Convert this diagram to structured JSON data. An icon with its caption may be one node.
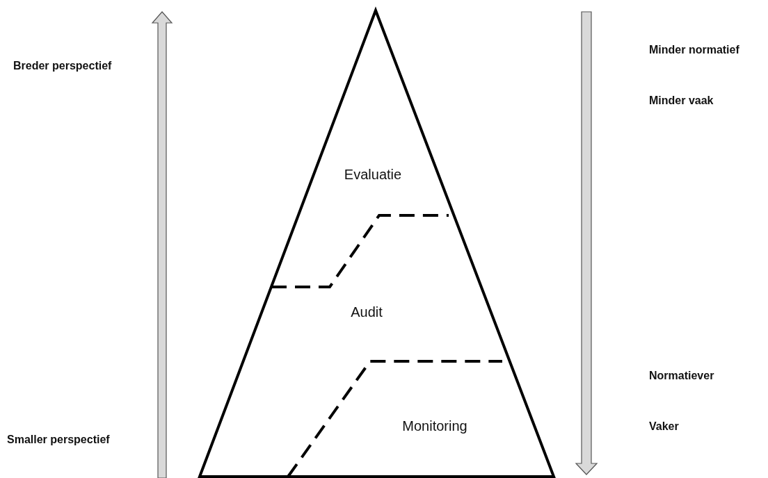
{
  "diagram": {
    "nodes": [
      {
        "text": [
          "Evaluatie"
        ]
      },
      {
        "text": [
          "Audit"
        ]
      },
      {
        "text": [
          "Monitoring"
        ]
      }
    ],
    "labels": [
      "Minder normatief",
      "Breder perspectief",
      "Minder vaak",
      "Normatiever",
      "Vaker",
      "Smaller perspectief"
    ]
  }
}
